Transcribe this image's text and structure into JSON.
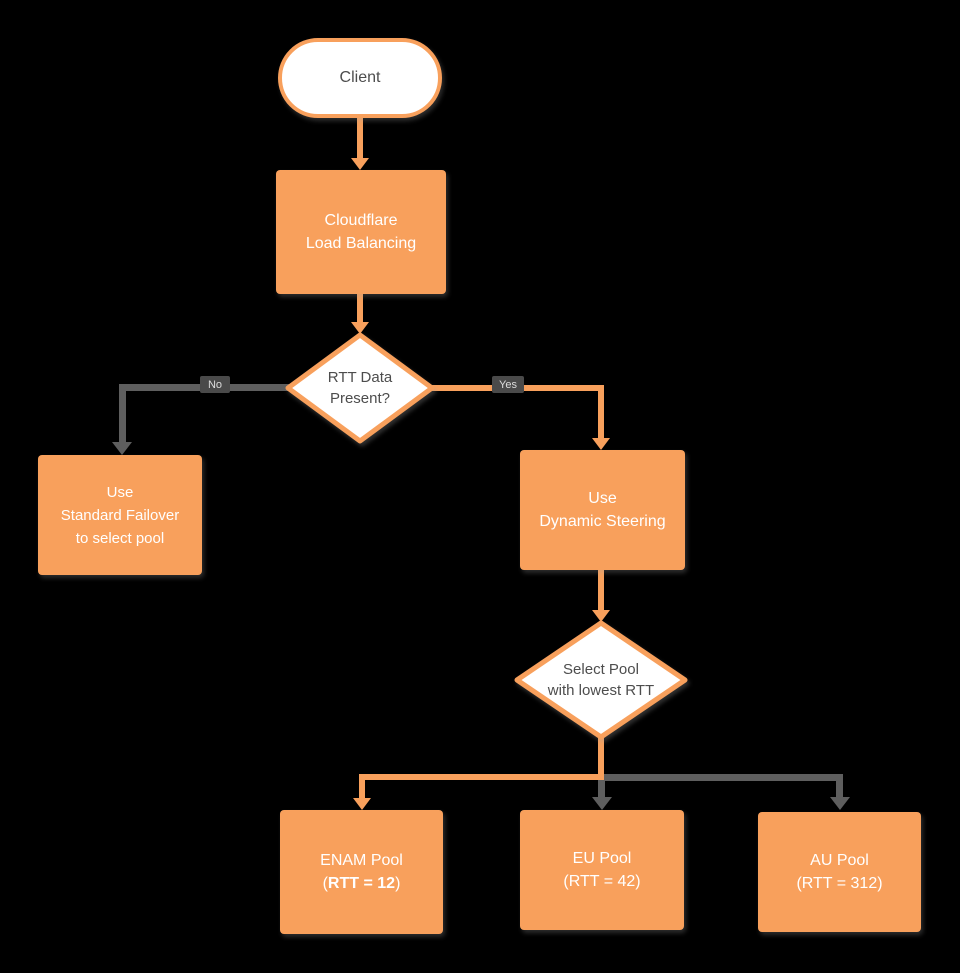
{
  "colors": {
    "background": "#000000",
    "accent_orange": "#F8A05C",
    "connector_gray": "#5E5E5E",
    "node_text_light": "#FFFFFF",
    "node_text_dark": "#4D4D4D",
    "edge_label_bg": "#4A4A4A"
  },
  "nodes": {
    "client": {
      "label": "Client"
    },
    "load_balancing": {
      "line1": "Cloudflare",
      "line2": "Load Balancing"
    },
    "rtt_decision": {
      "line1": "RTT Data",
      "line2": "Present?"
    },
    "standard_failover": {
      "line1": "Use",
      "line2": "Standard Failover",
      "line3": "to select pool"
    },
    "dynamic_steering": {
      "line1": "Use",
      "line2": "Dynamic Steering"
    },
    "select_pool": {
      "line1": "Select Pool",
      "line2": "with lowest RTT"
    },
    "enam_pool": {
      "line1": "ENAM Pool",
      "line2_open": "(",
      "line2_bold": "RTT = 12",
      "line2_close": ")"
    },
    "eu_pool": {
      "line1": "EU Pool",
      "line2": "(RTT = 42)"
    },
    "au_pool": {
      "line1": "AU Pool",
      "line2": "(RTT = 312)"
    }
  },
  "edges": {
    "no_label": "No",
    "yes_label": "Yes"
  }
}
